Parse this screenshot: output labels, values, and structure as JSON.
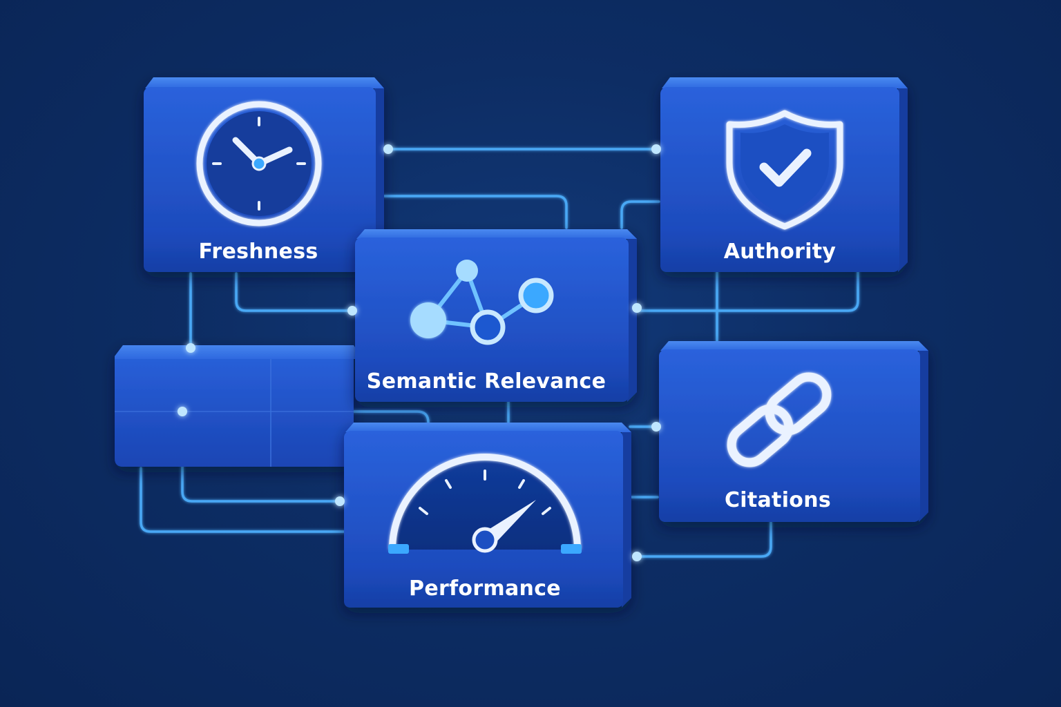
{
  "colors": {
    "background": "#0c2a5e",
    "box_front": "#1f4fc4",
    "box_top": "#3a78e6",
    "box_side": "#143a9a",
    "label_band": "#1846b5",
    "connector": "#5fb8ff",
    "connector_glow": "#8fd4ff",
    "icon_stroke": "#e8f1ff",
    "icon_accent": "#3aa0ff"
  },
  "nodes": [
    {
      "id": "freshness",
      "label": "Freshness",
      "icon": "clock-icon"
    },
    {
      "id": "authority",
      "label": "Authority",
      "icon": "shield-check-icon"
    },
    {
      "id": "semantic-relevance",
      "label": "Semantic Relevance",
      "icon": "network-graph-icon"
    },
    {
      "id": "citations",
      "label": "Citations",
      "icon": "chain-link-icon"
    },
    {
      "id": "performance",
      "label": "Performance",
      "icon": "speedometer-gauge-icon"
    },
    {
      "id": "blank-panel",
      "label": "",
      "icon": ""
    }
  ]
}
